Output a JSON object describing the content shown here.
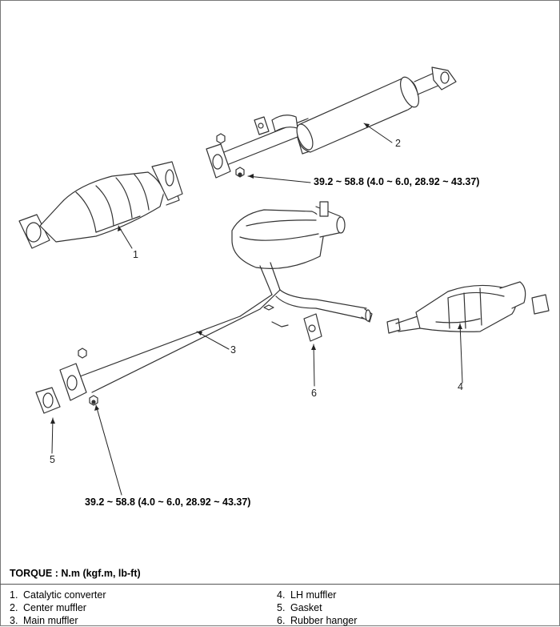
{
  "torque_spec": "39.2 ~ 58.8 (4.0 ~ 6.0, 28.92 ~ 43.37)",
  "torque_units_label": "TORQUE : N.m (kgf.m, lb-ft)",
  "callouts": [
    "1",
    "2",
    "3",
    "4",
    "5",
    "6"
  ],
  "legend": {
    "left": [
      {
        "num": "1.",
        "label": "Catalytic converter"
      },
      {
        "num": "2.",
        "label": "Center muffler"
      },
      {
        "num": "3.",
        "label": "Main muffler"
      }
    ],
    "right": [
      {
        "num": "4.",
        "label": "LH muffler"
      },
      {
        "num": "5.",
        "label": "Gasket"
      },
      {
        "num": "6.",
        "label": "Rubber hanger"
      }
    ]
  }
}
